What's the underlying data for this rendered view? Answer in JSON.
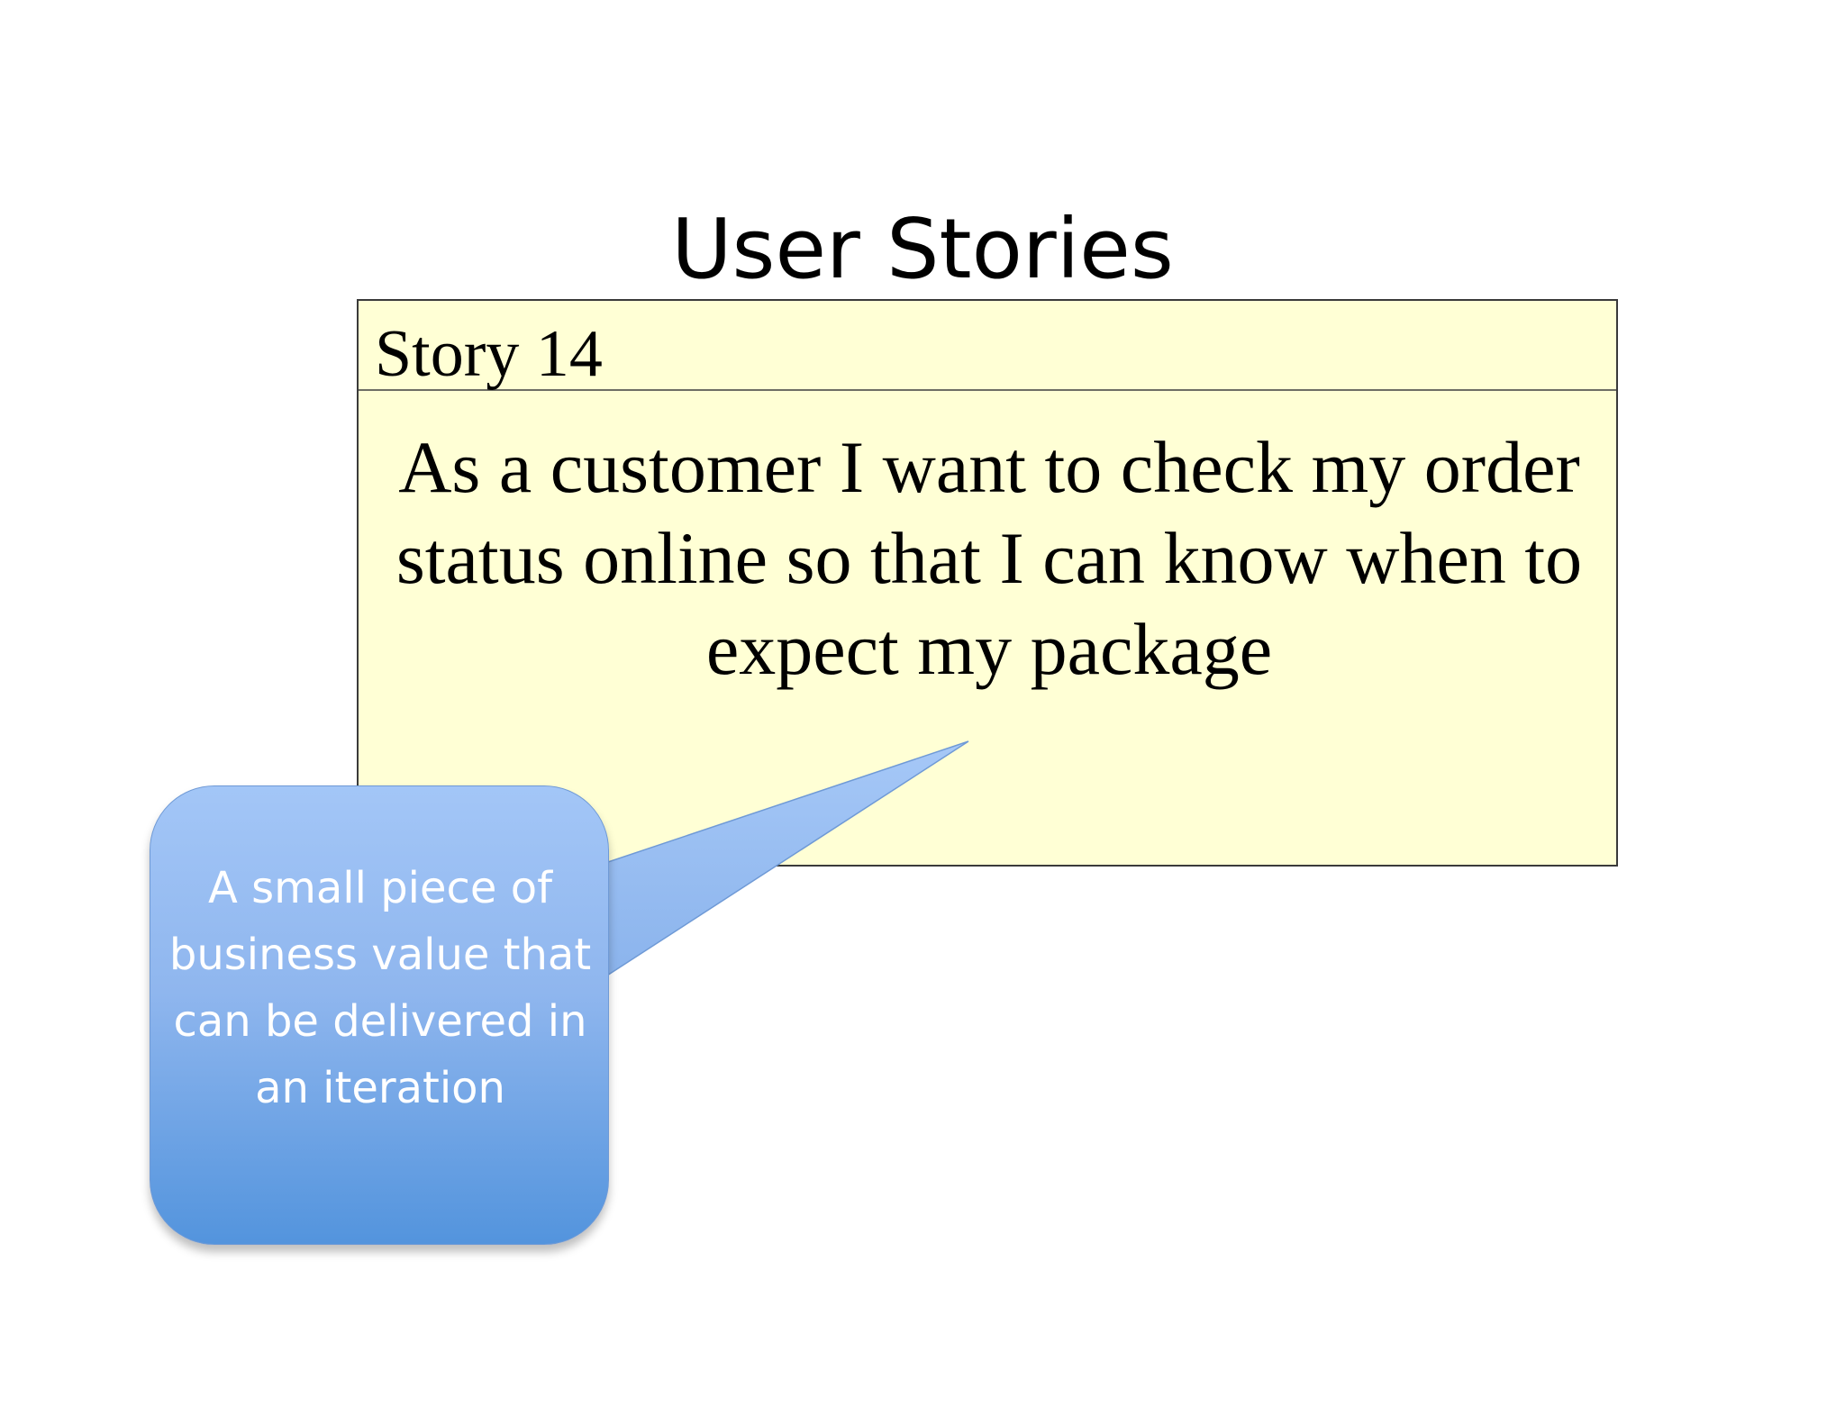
{
  "slide": {
    "title": "User Stories"
  },
  "story_card": {
    "id_label": "Story 14",
    "body": "As a customer I want to check my order status online so that I can know when to expect my package",
    "background_color": "#ffffd5"
  },
  "callout": {
    "text": "A small piece of business value that can be delivered in an iteration",
    "color_top": "#a3c6f7",
    "color_bottom": "#5394dd"
  }
}
